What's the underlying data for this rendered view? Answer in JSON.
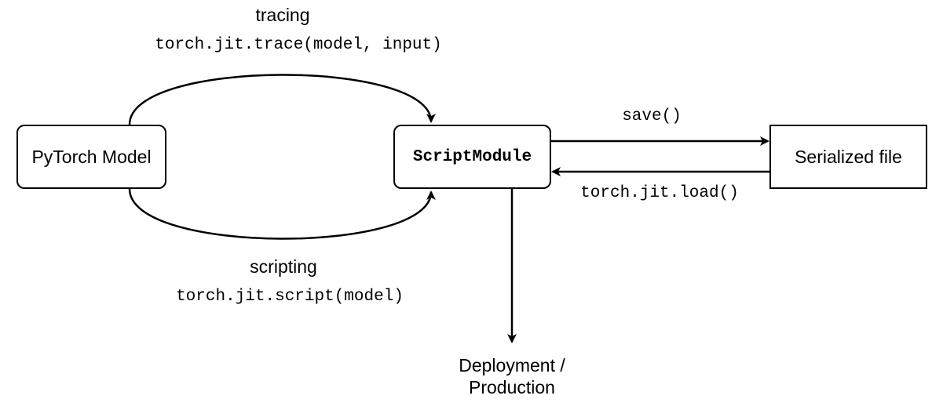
{
  "nodes": {
    "pytorch_model": "PyTorch Model",
    "script_module": "ScriptModule",
    "serialized_file": "Serialized file",
    "deployment_line1": "Deployment /",
    "deployment_line2": "Production"
  },
  "edges": {
    "tracing_title": "tracing",
    "tracing_code": "torch.jit.trace(model, input)",
    "scripting_title": "scripting",
    "scripting_code": "torch.jit.script(model)",
    "save_label": "save()",
    "load_label": "torch.jit.load()"
  }
}
